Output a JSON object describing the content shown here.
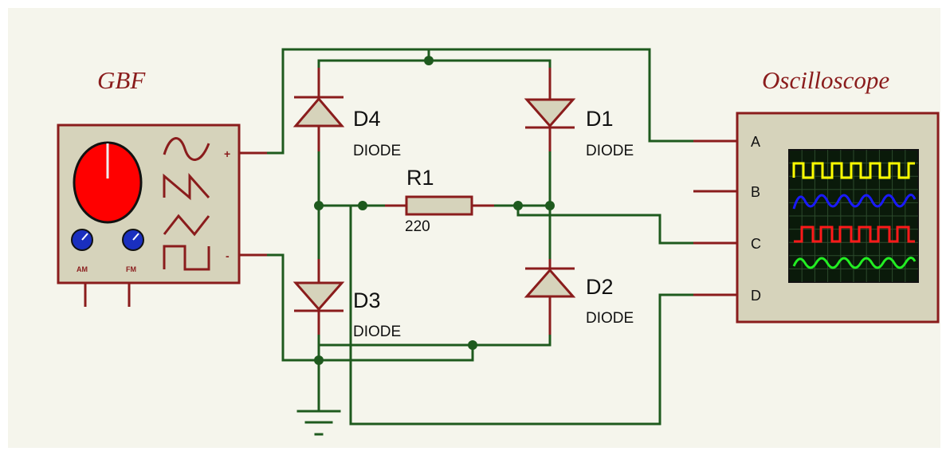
{
  "generator": {
    "title": "GBF",
    "pin_plus": "+",
    "pin_minus": "-",
    "knob_am_label": "AM",
    "knob_fm_label": "FM"
  },
  "oscilloscope": {
    "title": "Oscilloscope",
    "channels": [
      "A",
      "B",
      "C",
      "D"
    ],
    "trace_colors": [
      "#ffff00",
      "#1a1aff",
      "#ff1a1a",
      "#22ee22"
    ]
  },
  "components": {
    "d1": {
      "ref": "D1",
      "value": "DIODE"
    },
    "d2": {
      "ref": "D2",
      "value": "DIODE"
    },
    "d3": {
      "ref": "D3",
      "value": "DIODE"
    },
    "d4": {
      "ref": "D4",
      "value": "DIODE"
    },
    "r1": {
      "ref": "R1",
      "value": "220"
    }
  },
  "colors": {
    "background": "#f5f5ec",
    "wire": "#1e5a1e",
    "lead": "#8a1c1c",
    "body": "#d6d3bb",
    "knob": "#ff0000",
    "small_knob": "#1a2fbf",
    "screen": "#0a1a0a"
  }
}
